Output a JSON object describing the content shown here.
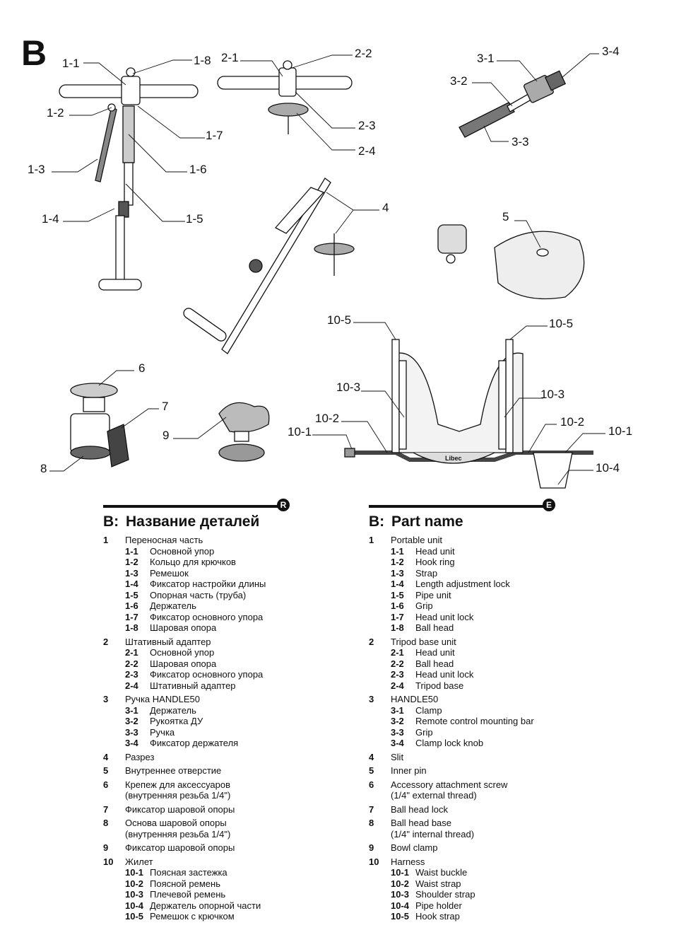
{
  "section_letter": "B",
  "callouts": [
    {
      "id": "c-1-1",
      "text": "1-1"
    },
    {
      "id": "c-1-8",
      "text": "1-8"
    },
    {
      "id": "c-1-2",
      "text": "1-2"
    },
    {
      "id": "c-1-7",
      "text": "1-7"
    },
    {
      "id": "c-1-3",
      "text": "1-3"
    },
    {
      "id": "c-1-6",
      "text": "1-6"
    },
    {
      "id": "c-1-4",
      "text": "1-4"
    },
    {
      "id": "c-1-5",
      "text": "1-5"
    },
    {
      "id": "c-2-1",
      "text": "2-1"
    },
    {
      "id": "c-2-2",
      "text": "2-2"
    },
    {
      "id": "c-2-3",
      "text": "2-3"
    },
    {
      "id": "c-2-4",
      "text": "2-4"
    },
    {
      "id": "c-3-1",
      "text": "3-1"
    },
    {
      "id": "c-3-4",
      "text": "3-4"
    },
    {
      "id": "c-3-2",
      "text": "3-2"
    },
    {
      "id": "c-3-3",
      "text": "3-3"
    },
    {
      "id": "c-4",
      "text": "4"
    },
    {
      "id": "c-5",
      "text": "5"
    },
    {
      "id": "c-10-5a",
      "text": "10-5"
    },
    {
      "id": "c-10-5b",
      "text": "10-5"
    },
    {
      "id": "c-10-3a",
      "text": "10-3"
    },
    {
      "id": "c-10-3b",
      "text": "10-3"
    },
    {
      "id": "c-10-2a",
      "text": "10-2"
    },
    {
      "id": "c-10-2b",
      "text": "10-2"
    },
    {
      "id": "c-10-1a",
      "text": "10-1"
    },
    {
      "id": "c-10-1b",
      "text": "10-1"
    },
    {
      "id": "c-10-4",
      "text": "10-4"
    },
    {
      "id": "c-6",
      "text": "6"
    },
    {
      "id": "c-7",
      "text": "7"
    },
    {
      "id": "c-9",
      "text": "9"
    },
    {
      "id": "c-8",
      "text": "8"
    }
  ],
  "harness_logo": "Libec",
  "ru": {
    "badge": "R",
    "title_prefix": "B:",
    "title": "Название деталей",
    "groups": [
      {
        "num": "1",
        "label": "Переносная часть",
        "subs": [
          {
            "num": "1-1",
            "label": "Основной упор"
          },
          {
            "num": "1-2",
            "label": "Кольцо для крючков"
          },
          {
            "num": "1-3",
            "label": "Ремешок"
          },
          {
            "num": "1-4",
            "label": "Фиксатор настройки длины"
          },
          {
            "num": "1-5",
            "label": "Опорная часть (труба)"
          },
          {
            "num": "1-6",
            "label": "Держатель"
          },
          {
            "num": "1-7",
            "label": "Фиксатор основного упора"
          },
          {
            "num": "1-8",
            "label": "Шаровая опора"
          }
        ]
      },
      {
        "num": "2",
        "label": "Штативный адаптер",
        "subs": [
          {
            "num": "2-1",
            "label": "Основной упор"
          },
          {
            "num": "2-2",
            "label": "Шаровая опора"
          },
          {
            "num": "2-3",
            "label": "Фиксатор основного упора"
          },
          {
            "num": "2-4",
            "label": "Штативный адаптер"
          }
        ]
      },
      {
        "num": "3",
        "label": "Ручка HANDLE50",
        "subs": [
          {
            "num": "3-1",
            "label": "Держатель"
          },
          {
            "num": "3-2",
            "label": "Рукоятка ДУ"
          },
          {
            "num": "3-3",
            "label": "Ручка"
          },
          {
            "num": "3-4",
            "label": "Фиксатор держателя"
          }
        ]
      },
      {
        "num": "4",
        "label": "Разрез",
        "subs": []
      },
      {
        "num": "5",
        "label": "Внутреннее отверстие",
        "subs": []
      },
      {
        "num": "6",
        "label": "Крепеж для аксессуаров\n(внутренняя резьба 1/4\")",
        "subs": []
      },
      {
        "num": "7",
        "label": "Фиксатор шаровой опоры",
        "subs": []
      },
      {
        "num": "8",
        "label": "Основа шаровой опоры\n(внутренняя резьба 1/4\")",
        "subs": []
      },
      {
        "num": "9",
        "label": "Фиксатор шаровой опоры",
        "subs": []
      },
      {
        "num": "10",
        "label": "Жилет",
        "subs": [
          {
            "num": "10-1",
            "label": "Поясная застежка"
          },
          {
            "num": "10-2",
            "label": "Поясной ремень"
          },
          {
            "num": "10-3",
            "label": "Плечевой ремень"
          },
          {
            "num": "10-4",
            "label": "Держатель опорной части"
          },
          {
            "num": "10-5",
            "label": "Ремешок с крючком"
          }
        ]
      }
    ]
  },
  "en": {
    "badge": "E",
    "title_prefix": "B:",
    "title": "Part name",
    "groups": [
      {
        "num": "1",
        "label": "Portable unit",
        "subs": [
          {
            "num": "1-1",
            "label": "Head unit"
          },
          {
            "num": "1-2",
            "label": "Hook ring"
          },
          {
            "num": "1-3",
            "label": "Strap"
          },
          {
            "num": "1-4",
            "label": "Length adjustment lock"
          },
          {
            "num": "1-5",
            "label": "Pipe unit"
          },
          {
            "num": "1-6",
            "label": "Grip"
          },
          {
            "num": "1-7",
            "label": "Head unit lock"
          },
          {
            "num": "1-8",
            "label": "Ball head"
          }
        ]
      },
      {
        "num": "2",
        "label": "Tripod base unit",
        "subs": [
          {
            "num": "2-1",
            "label": "Head unit"
          },
          {
            "num": "2-2",
            "label": "Ball head"
          },
          {
            "num": "2-3",
            "label": "Head unit lock"
          },
          {
            "num": "2-4",
            "label": "Tripod base"
          }
        ]
      },
      {
        "num": "3",
        "label": "HANDLE50",
        "subs": [
          {
            "num": "3-1",
            "label": "Clamp"
          },
          {
            "num": "3-2",
            "label": "Remote control mounting bar"
          },
          {
            "num": "3-3",
            "label": "Grip"
          },
          {
            "num": "3-4",
            "label": "Clamp lock knob"
          }
        ]
      },
      {
        "num": "4",
        "label": "Slit",
        "subs": []
      },
      {
        "num": "5",
        "label": "Inner pin",
        "subs": []
      },
      {
        "num": "6",
        "label": "Accessory attachment screw\n(1/4\" external thread)",
        "subs": []
      },
      {
        "num": "7",
        "label": "Ball head lock",
        "subs": []
      },
      {
        "num": "8",
        "label": "Ball head base\n(1/4\" internal thread)",
        "subs": []
      },
      {
        "num": "9",
        "label": "Bowl clamp",
        "subs": []
      },
      {
        "num": "10",
        "label": "Harness",
        "subs": [
          {
            "num": "10-1",
            "label": "Waist buckle"
          },
          {
            "num": "10-2",
            "label": "Waist strap"
          },
          {
            "num": "10-3",
            "label": "Shoulder strap"
          },
          {
            "num": "10-4",
            "label": "Pipe holder"
          },
          {
            "num": "10-5",
            "label": "Hook strap"
          }
        ]
      }
    ]
  }
}
